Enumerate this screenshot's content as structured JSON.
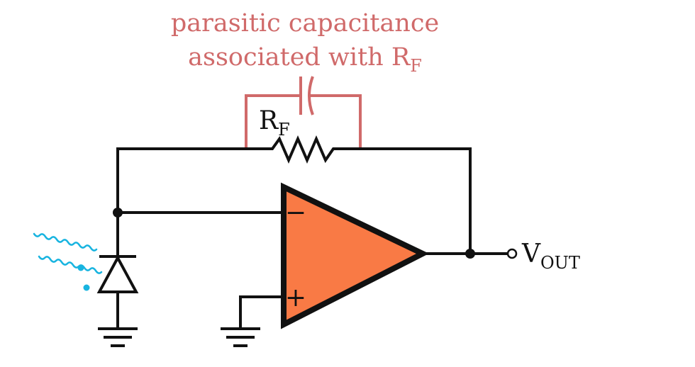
{
  "annotation": {
    "line1": "parasitic capacitance",
    "line2_prefix": "associated with R",
    "line2_subscript": "F"
  },
  "labels": {
    "rf_main": "R",
    "rf_sub": "F",
    "vout_main": "V",
    "vout_sub": "OUT",
    "minus": "−",
    "plus": "+"
  },
  "colors": {
    "wire": "#111111",
    "parasitic": "#d06a6a",
    "opamp_fill": "#f97a45",
    "light": "#18b4e0"
  }
}
